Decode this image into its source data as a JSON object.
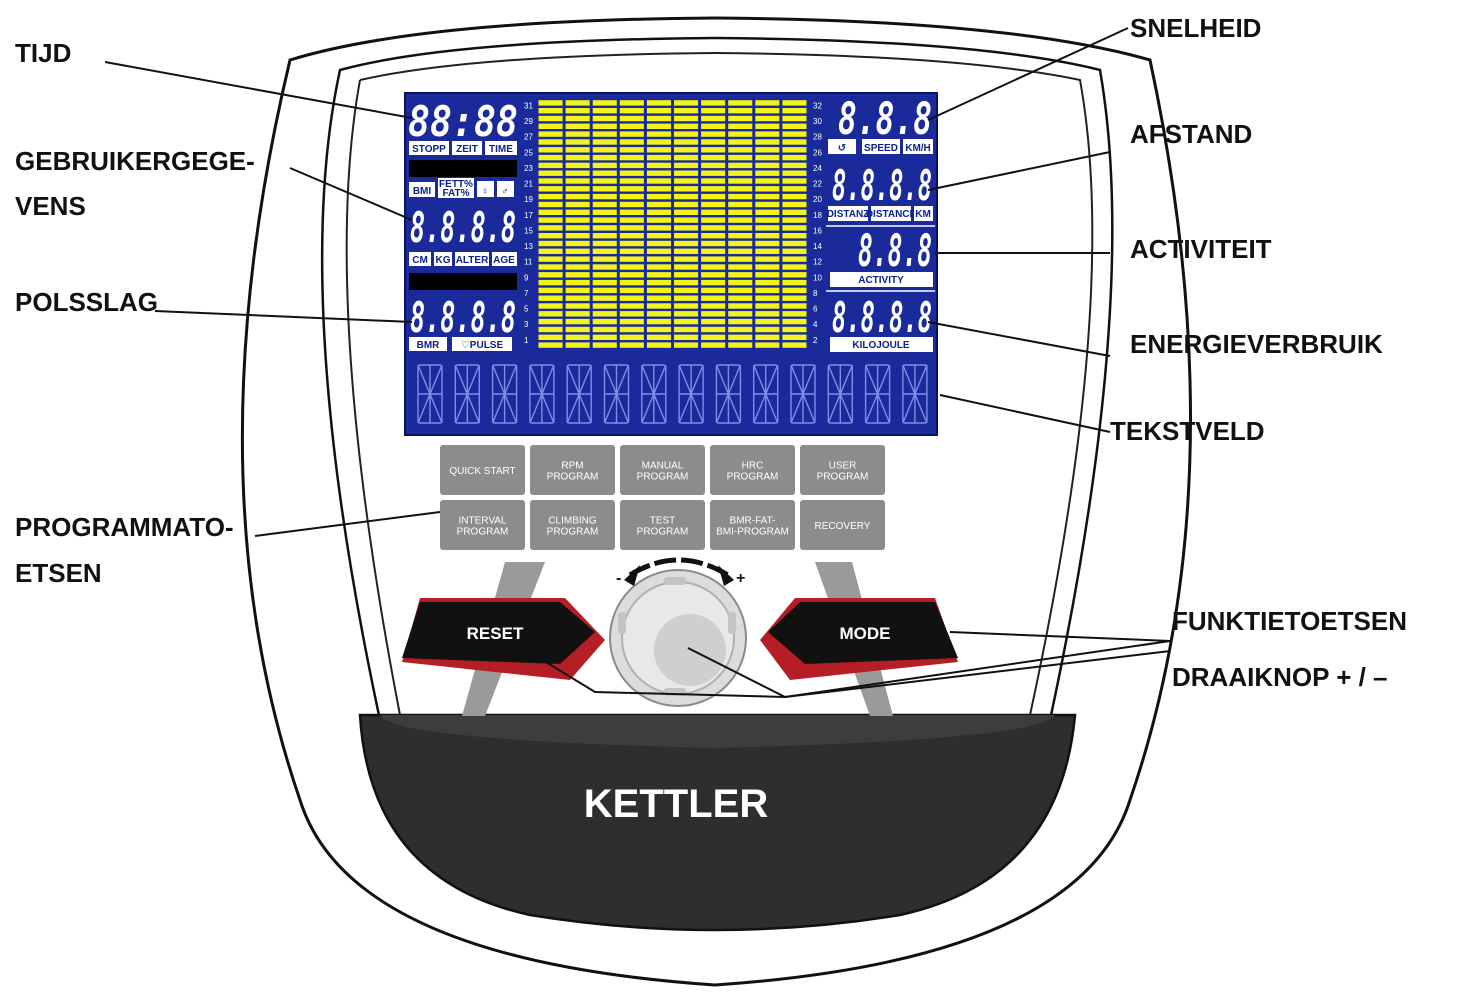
{
  "callouts": {
    "tijd": "TIJD",
    "gebruiker_1": "GEBRUIKERGEGE-",
    "gebruiker_2": "VENS",
    "polsslag": "POLSSLAG",
    "programma_1": "PROGRAMMATO-",
    "programma_2": "ETSEN",
    "snelheid": "SNELHEID",
    "afstand": "AFSTAND",
    "activiteit": "ACTIVITEIT",
    "energie": "ENERGIEVERBRUIK",
    "tekstveld": "TEKSTVELD",
    "funktie": "FUNKTIETOETSEN",
    "draaiknop": "DRAAIKNOP + / –"
  },
  "lcd": {
    "time_digits": "88:88",
    "time_labels": [
      "STOPP",
      "ZEIT",
      "TIME"
    ],
    "user_labels_top": [
      "BMI",
      "FETT%",
      "FAT%",
      "♀",
      "♂"
    ],
    "user_digits": "8.8.8.8",
    "user_labels_bottom": [
      "CM",
      "KG",
      "ALTER",
      "AGE"
    ],
    "pulse_digits": "8.8.8.8",
    "pulse_labels": [
      "BMR",
      "♡PULSE"
    ],
    "speed_digits": "8.8.8",
    "speed_labels": [
      "↺",
      "SPEED",
      "KM/H"
    ],
    "distance_digits": "8.8.8.8",
    "distance_labels": [
      "DISTANZ",
      "DISTANCE",
      "KM"
    ],
    "activity_digits": "8.8.8",
    "activity_label": "ACTIVITY",
    "energy_digits": "8.8.8.8",
    "energy_label": "KILOJOULE",
    "left_ticks": [
      "31",
      "29",
      "27",
      "25",
      "23",
      "21",
      "19",
      "17",
      "15",
      "13",
      "11",
      "9",
      "7",
      "5",
      "3",
      "1"
    ],
    "right_ticks": [
      "32",
      "30",
      "28",
      "26",
      "24",
      "22",
      "20",
      "18",
      "16",
      "14",
      "12",
      "10",
      "8",
      "6",
      "4",
      "2"
    ]
  },
  "program_buttons": [
    [
      "QUICK START"
    ],
    [
      "RPM",
      "PROGRAM"
    ],
    [
      "MANUAL",
      "PROGRAM"
    ],
    [
      "HRC",
      "PROGRAM"
    ],
    [
      "USER",
      "PROGRAM"
    ],
    [
      "INTERVAL",
      "PROGRAM"
    ],
    [
      "CLIMBING",
      "PROGRAM"
    ],
    [
      "TEST",
      "PROGRAM"
    ],
    [
      "BMR-FAT-",
      "BMI-PROGRAM"
    ],
    [
      "RECOVERY"
    ]
  ],
  "keys": {
    "reset": "RESET",
    "mode": "MODE",
    "minus": "-",
    "plus": "+"
  },
  "brand": "KETTLER",
  "colors": {
    "lcd_blue": "#1a2a9a",
    "bar_yellow": "#f4f41a",
    "button_gray": "#8c8c8c",
    "key_black": "#111111",
    "key_red": "#b51e24",
    "bezel": "#3a3a3a"
  }
}
